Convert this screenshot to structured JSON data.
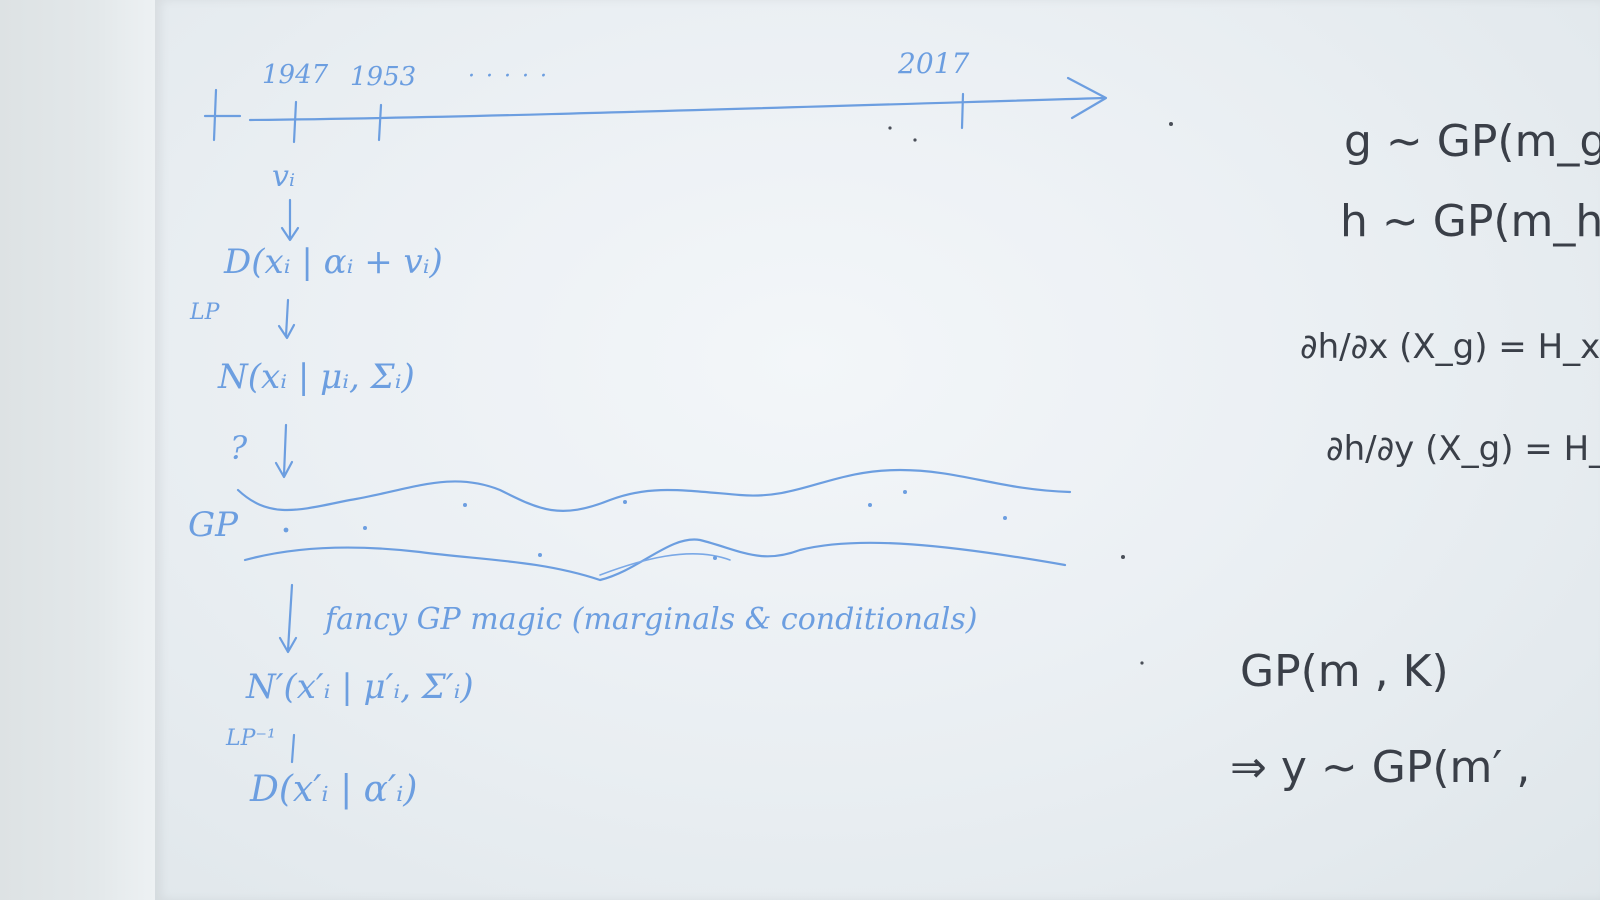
{
  "timeline": {
    "year_1": "1947",
    "year_2": "1953",
    "ellipsis": "· · · · ·",
    "year_3": "2017"
  },
  "left_chain": {
    "v_label": "vᵢ",
    "dist_1": "D(xᵢ | αᵢ + vᵢ)",
    "lp_label": "LP",
    "normal_1": "N(xᵢ | μᵢ, Σᵢ)",
    "question": "?",
    "gp_label": "GP",
    "annotation": "fancy GP magic (marginals & conditionals)",
    "normal_2": "N′(x′ᵢ | μ′ᵢ, Σ′ᵢ)",
    "lp_inv_label": "LP⁻¹",
    "dist_2": "D(x′ᵢ | α′ᵢ)"
  },
  "right_equations": {
    "eq_g": "g ~ GP(m_g ,",
    "eq_h": "h ~ GP(m_h ,",
    "eq_dhdx": "∂h/∂x (X_g) = H_x(X_g",
    "eq_dhdy": "∂h/∂y (X_g) = H_y(X",
    "eq_gp": "GP(m , K)",
    "eq_y": "⇒ y ~ GP(m′ ,"
  },
  "colors": {
    "marker_blue": "#6c9ee0",
    "marker_black": "#3a3f48",
    "board": "#eef2f5"
  }
}
